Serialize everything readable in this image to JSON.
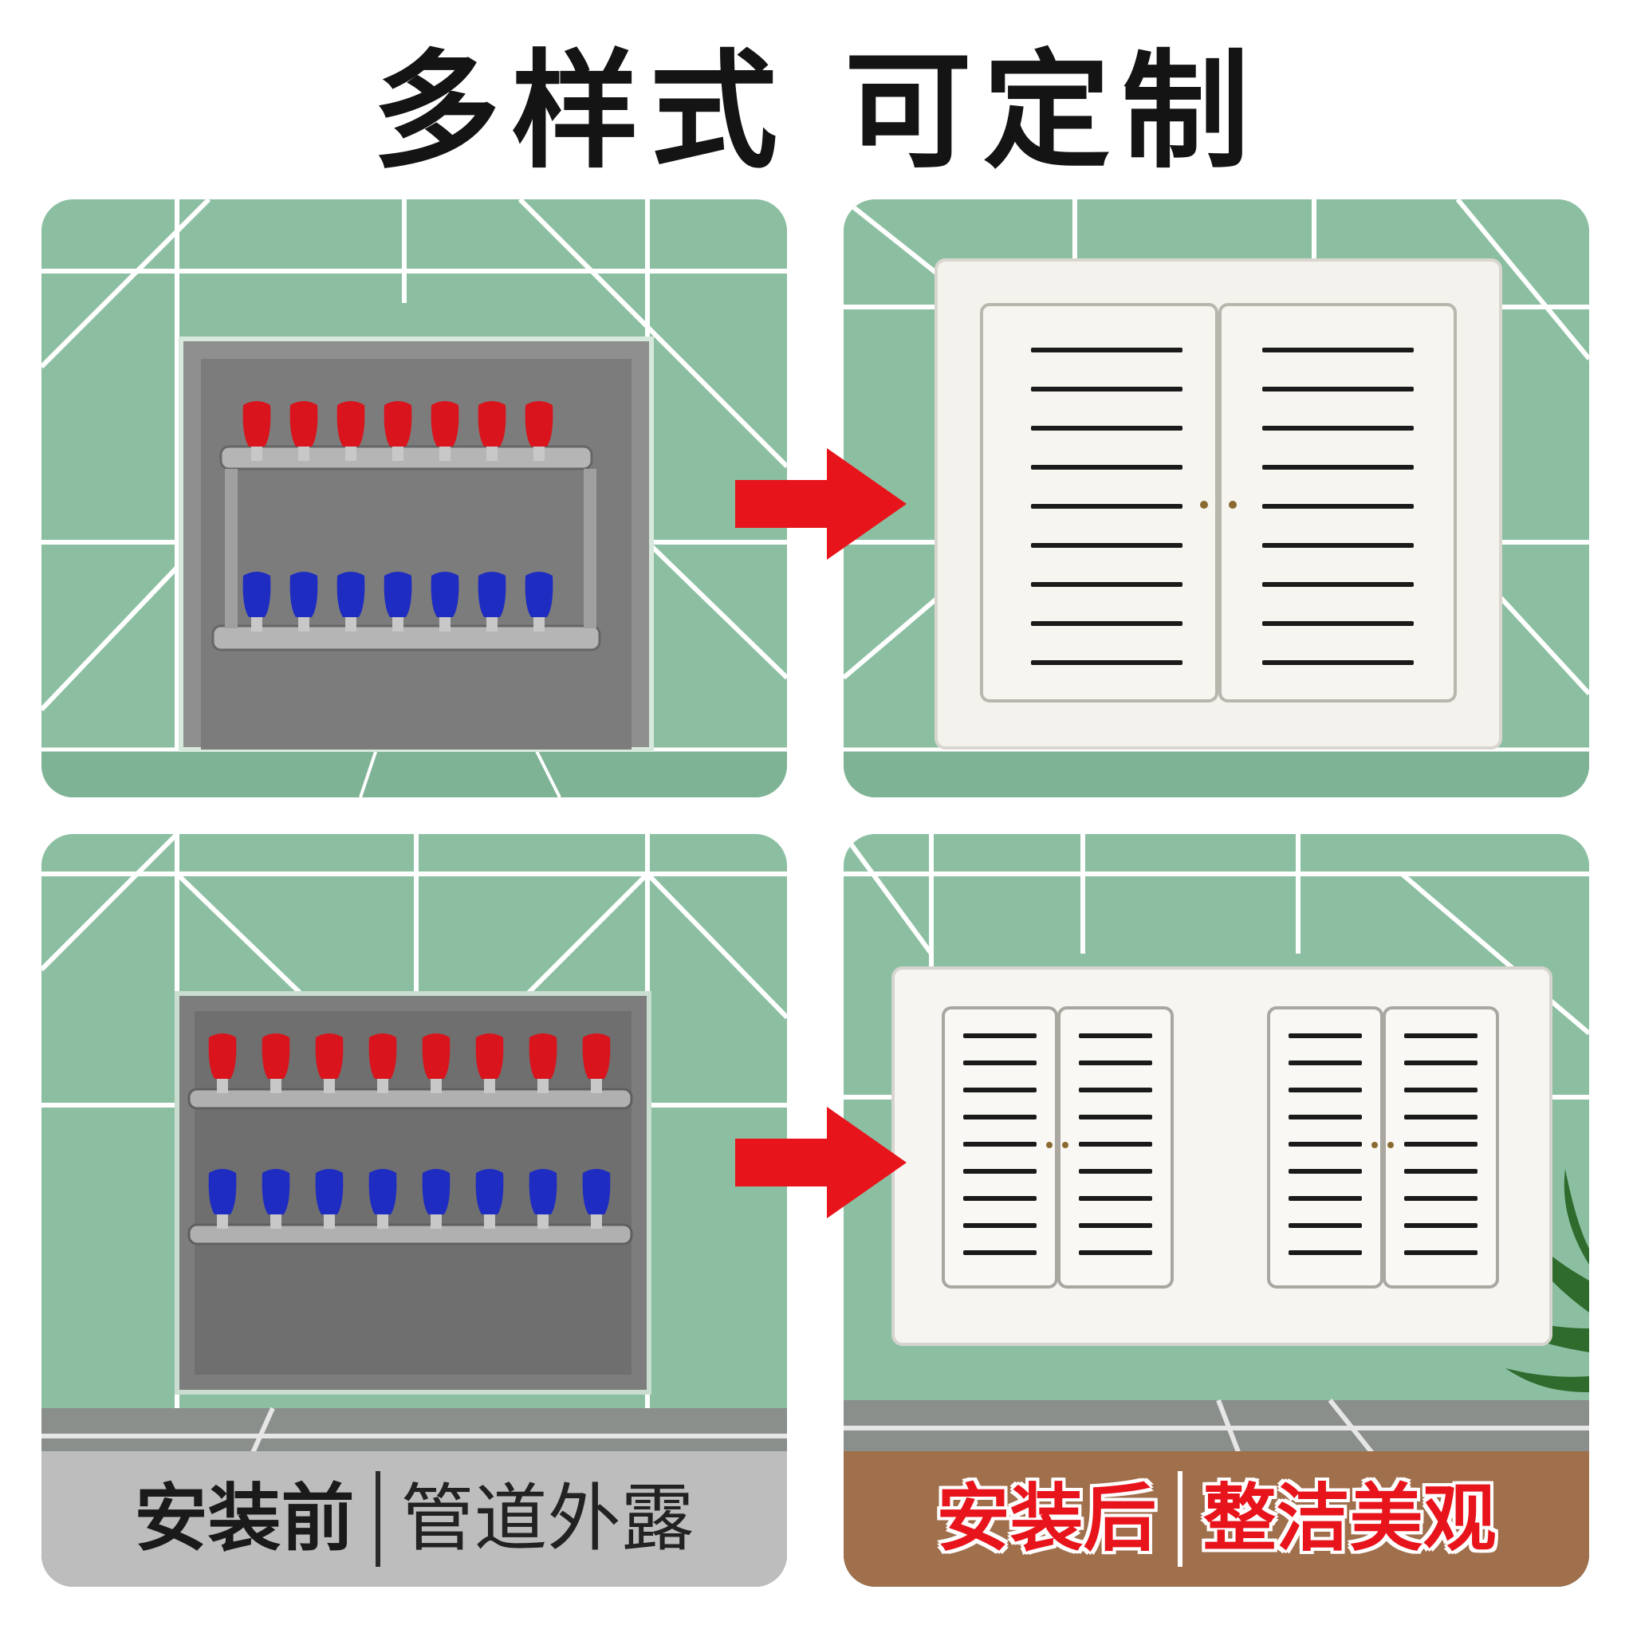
{
  "headline": "多样式 可定制",
  "panels": {
    "before_top": {
      "icon": "manifold-7-valves"
    },
    "after_top": {
      "icon": "double-door-louvered-cover"
    },
    "before_bottom": {
      "icon": "manifold-8-valves"
    },
    "after_bottom": {
      "icon": "quad-door-louvered-cover"
    }
  },
  "captions": {
    "before": {
      "label": "安装前",
      "detail": "管道外露"
    },
    "after": {
      "label": "安装后",
      "detail": "整洁美观"
    }
  },
  "colors": {
    "tile": "#8cbfa2",
    "grout": "#ffffff",
    "arrow": "#e8141b",
    "valve_hot": "#d9141c",
    "valve_cold": "#1e2cc2",
    "caption_before_bg": "#bdbdbd",
    "caption_after_bg": "#a06f4c",
    "caption_after_text": "#e8141b"
  }
}
